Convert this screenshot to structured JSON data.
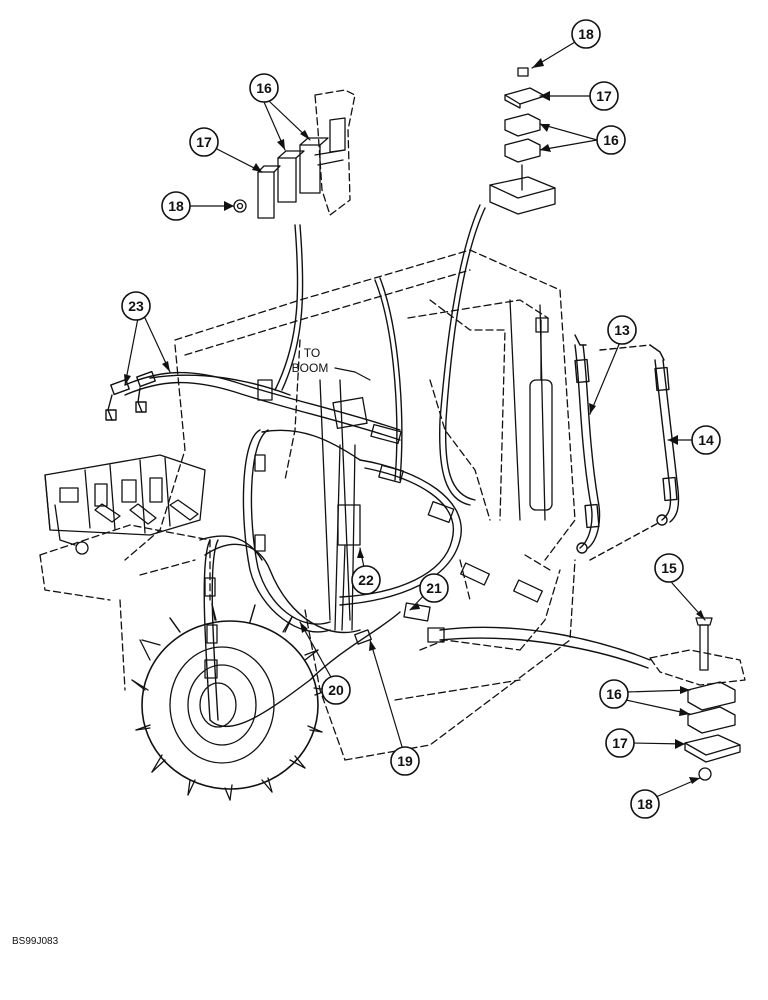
{
  "figure_code": "BS99J083",
  "boom_note": {
    "line1": "TO",
    "line2": "BOOM"
  },
  "callouts": {
    "c13": "13",
    "c14": "14",
    "c15": "15",
    "c16a": "16",
    "c16b": "16",
    "c16c": "16",
    "c17a": "17",
    "c17b": "17",
    "c17c": "17",
    "c18a": "18",
    "c18b": "18",
    "c18c": "18",
    "c19": "19",
    "c20": "20",
    "c21": "21",
    "c22": "22",
    "c23": "23"
  }
}
